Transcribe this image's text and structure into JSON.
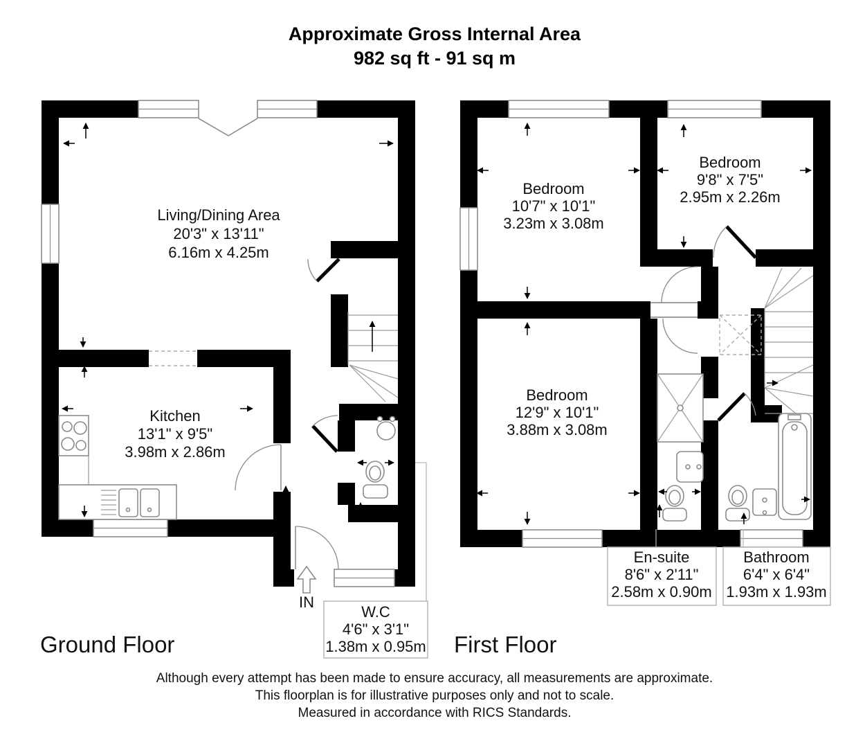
{
  "title": {
    "line1": "Approximate Gross Internal Area",
    "line2": "982 sq ft - 91 sq m"
  },
  "ground_floor": {
    "label": "Ground Floor",
    "entrance_label": "IN",
    "rooms": {
      "living_dining": {
        "name": "Living/Dining Area",
        "size_imperial": "20'3\" x 13'11\"",
        "size_metric": "6.16m x 4.25m"
      },
      "kitchen": {
        "name": "Kitchen",
        "size_imperial": "13'1\" x 9'5\"",
        "size_metric": "3.98m x 2.86m"
      },
      "wc": {
        "name": "W.C",
        "size_imperial": "4'6\" x 3'1\"",
        "size_metric": "1.38m x 0.95m"
      }
    }
  },
  "first_floor": {
    "label": "First Floor",
    "rooms": {
      "bedroom_1": {
        "name": "Bedroom",
        "size_imperial": "10'7\" x 10'1\"",
        "size_metric": "3.23m x 3.08m"
      },
      "bedroom_2": {
        "name": "Bedroom",
        "size_imperial": "9'8\" x 7'5\"",
        "size_metric": "2.95m x 2.26m"
      },
      "bedroom_3": {
        "name": "Bedroom",
        "size_imperial": "12'9\" x 10'1\"",
        "size_metric": "3.88m x 3.08m"
      },
      "ensuite": {
        "name": "En-suite",
        "size_imperial": "8'6\" x 2'11\"",
        "size_metric": "2.58m x 0.90m"
      },
      "bathroom": {
        "name": "Bathroom",
        "size_imperial": "6'4\" x 6'4\"",
        "size_metric": "1.93m x 1.93m"
      }
    }
  },
  "footer": {
    "line1": "Although every attempt has been made to ensure accuracy, all measurements are approximate.",
    "line2": "This floorplan is for illustrative purposes only and not to scale.",
    "line3": "Measured in accordance with RICS Standards."
  },
  "colors": {
    "wall": "#000000",
    "detail_line": "#8a8a8a",
    "text": "#111111"
  }
}
